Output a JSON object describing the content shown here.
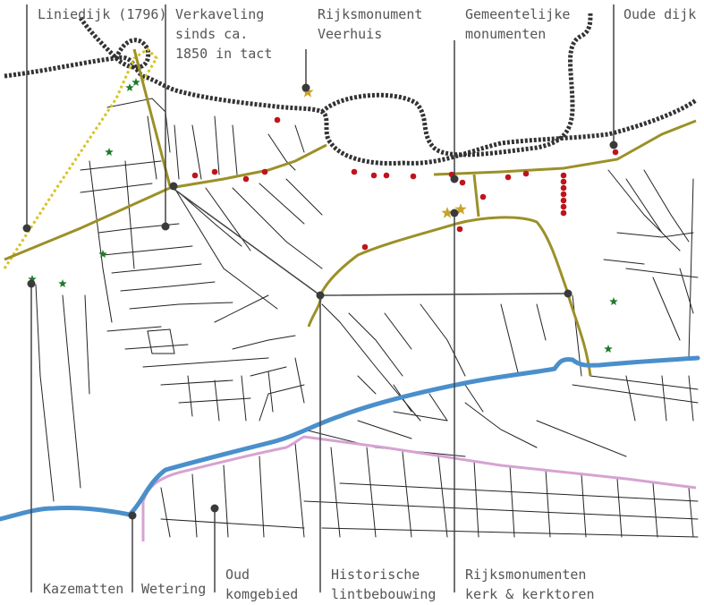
{
  "labels": {
    "liniedijk": "Liniedijk (1796)",
    "verkaveling": "Verkaveling\nsinds ca.\n1850 in tact",
    "veerhuis": "Rijksmonument\nVeerhuis",
    "gemeentelijke": "Gemeentelijke\nmonumenten",
    "oude_dijk": "Oude dijk",
    "kazematten": "Kazematten",
    "wetering": "Wetering",
    "oud_komgebied": "Oud\nkomgebied",
    "historische": "Historische\nlintbebouwing",
    "rijksmonumenten_kerk": "Rijksmonumenten\nkerk & kerktoren"
  },
  "colors": {
    "label_text": "#555555",
    "leader_lines": "#444444",
    "leader_dots": "#3a3a3a",
    "streets": "#222222",
    "dike_hatched": "#333333",
    "historic_ribbon": "#9c9028",
    "liniedijk_dotted": "#d6c422",
    "wetering_water": "#4a8fcb",
    "old_core_boundary": "#d6a3d2",
    "municipal_monument_dots": "#c0141c",
    "national_monument_stars": "#c7a32a",
    "casemate_stars": "#1f7a2a"
  }
}
